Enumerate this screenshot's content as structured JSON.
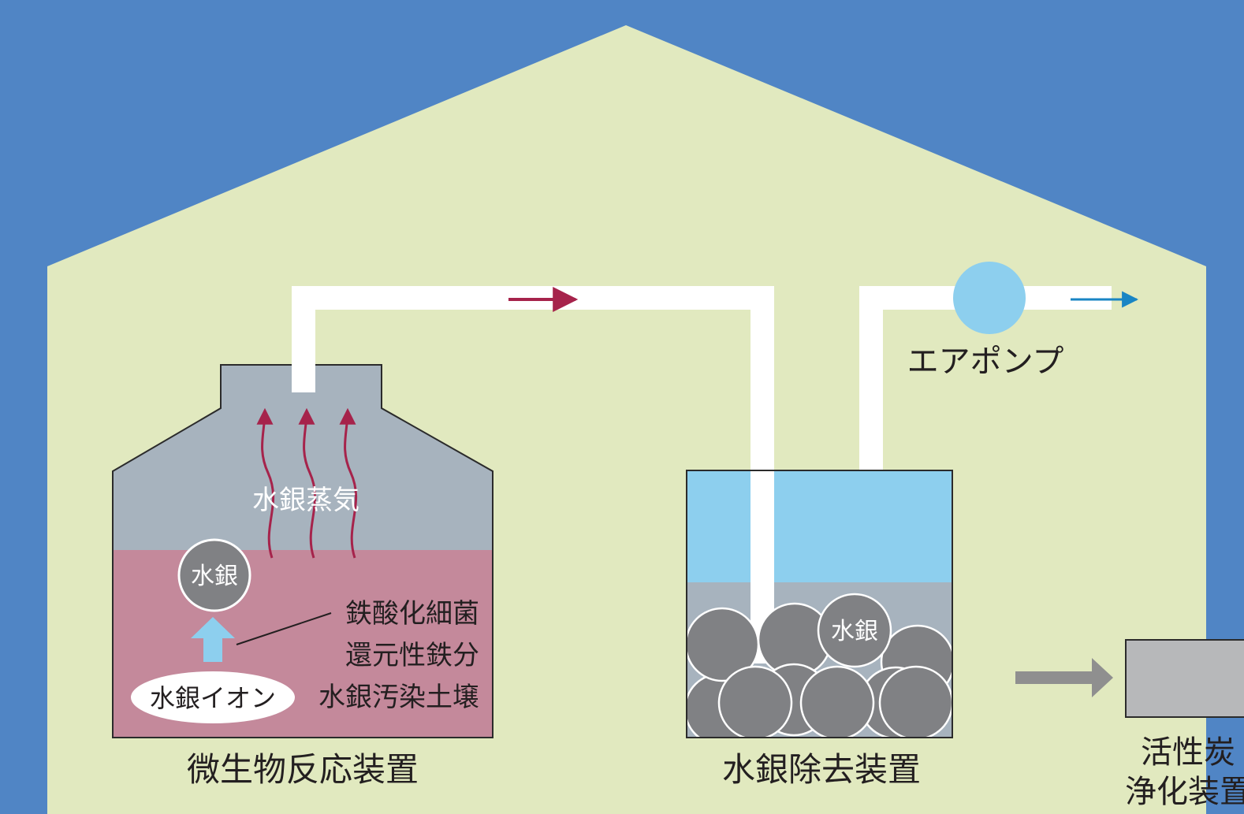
{
  "colors": {
    "background": "#5085c5",
    "house": "#e1e9bf",
    "pipe": "#ffffff",
    "reactor_gas": "#a7b3be",
    "reactor_liquid": "#c4899b",
    "removal_water": "#8dcfee",
    "removal_bed": "#a7b3be",
    "ball": "#808184",
    "air_pump": "#8dcfee",
    "arrow_red": "#a6234b",
    "arrow_blue": "#1985c4",
    "arrow_up": "#8dcfee",
    "arrow_gray": "#8f8f8f",
    "carbon_unit": "#b7b8ba"
  },
  "labels": {
    "mercury_vapor": "水銀蒸気",
    "mercury_ball_reactor": "水銀",
    "iron_oxidizing_bacteria": "鉄酸化細菌",
    "reduced_iron": "還元性鉄分",
    "mercury_contaminated_soil": "水銀汚染土壌",
    "mercury_ion": "水銀イオン",
    "reactor_name": "微生物反応装置",
    "mercury_ball_removal": "水銀",
    "removal_name": "水銀除去装置",
    "air_pump": "エアポンプ",
    "carbon_unit_line1": "活性炭",
    "carbon_unit_line2": "浄化装置"
  },
  "icons": {
    "flow_arrow": "arrow-right-icon",
    "vapor_arrow": "wavy-arrow-up-icon",
    "up_arrow": "arrow-up-icon"
  }
}
